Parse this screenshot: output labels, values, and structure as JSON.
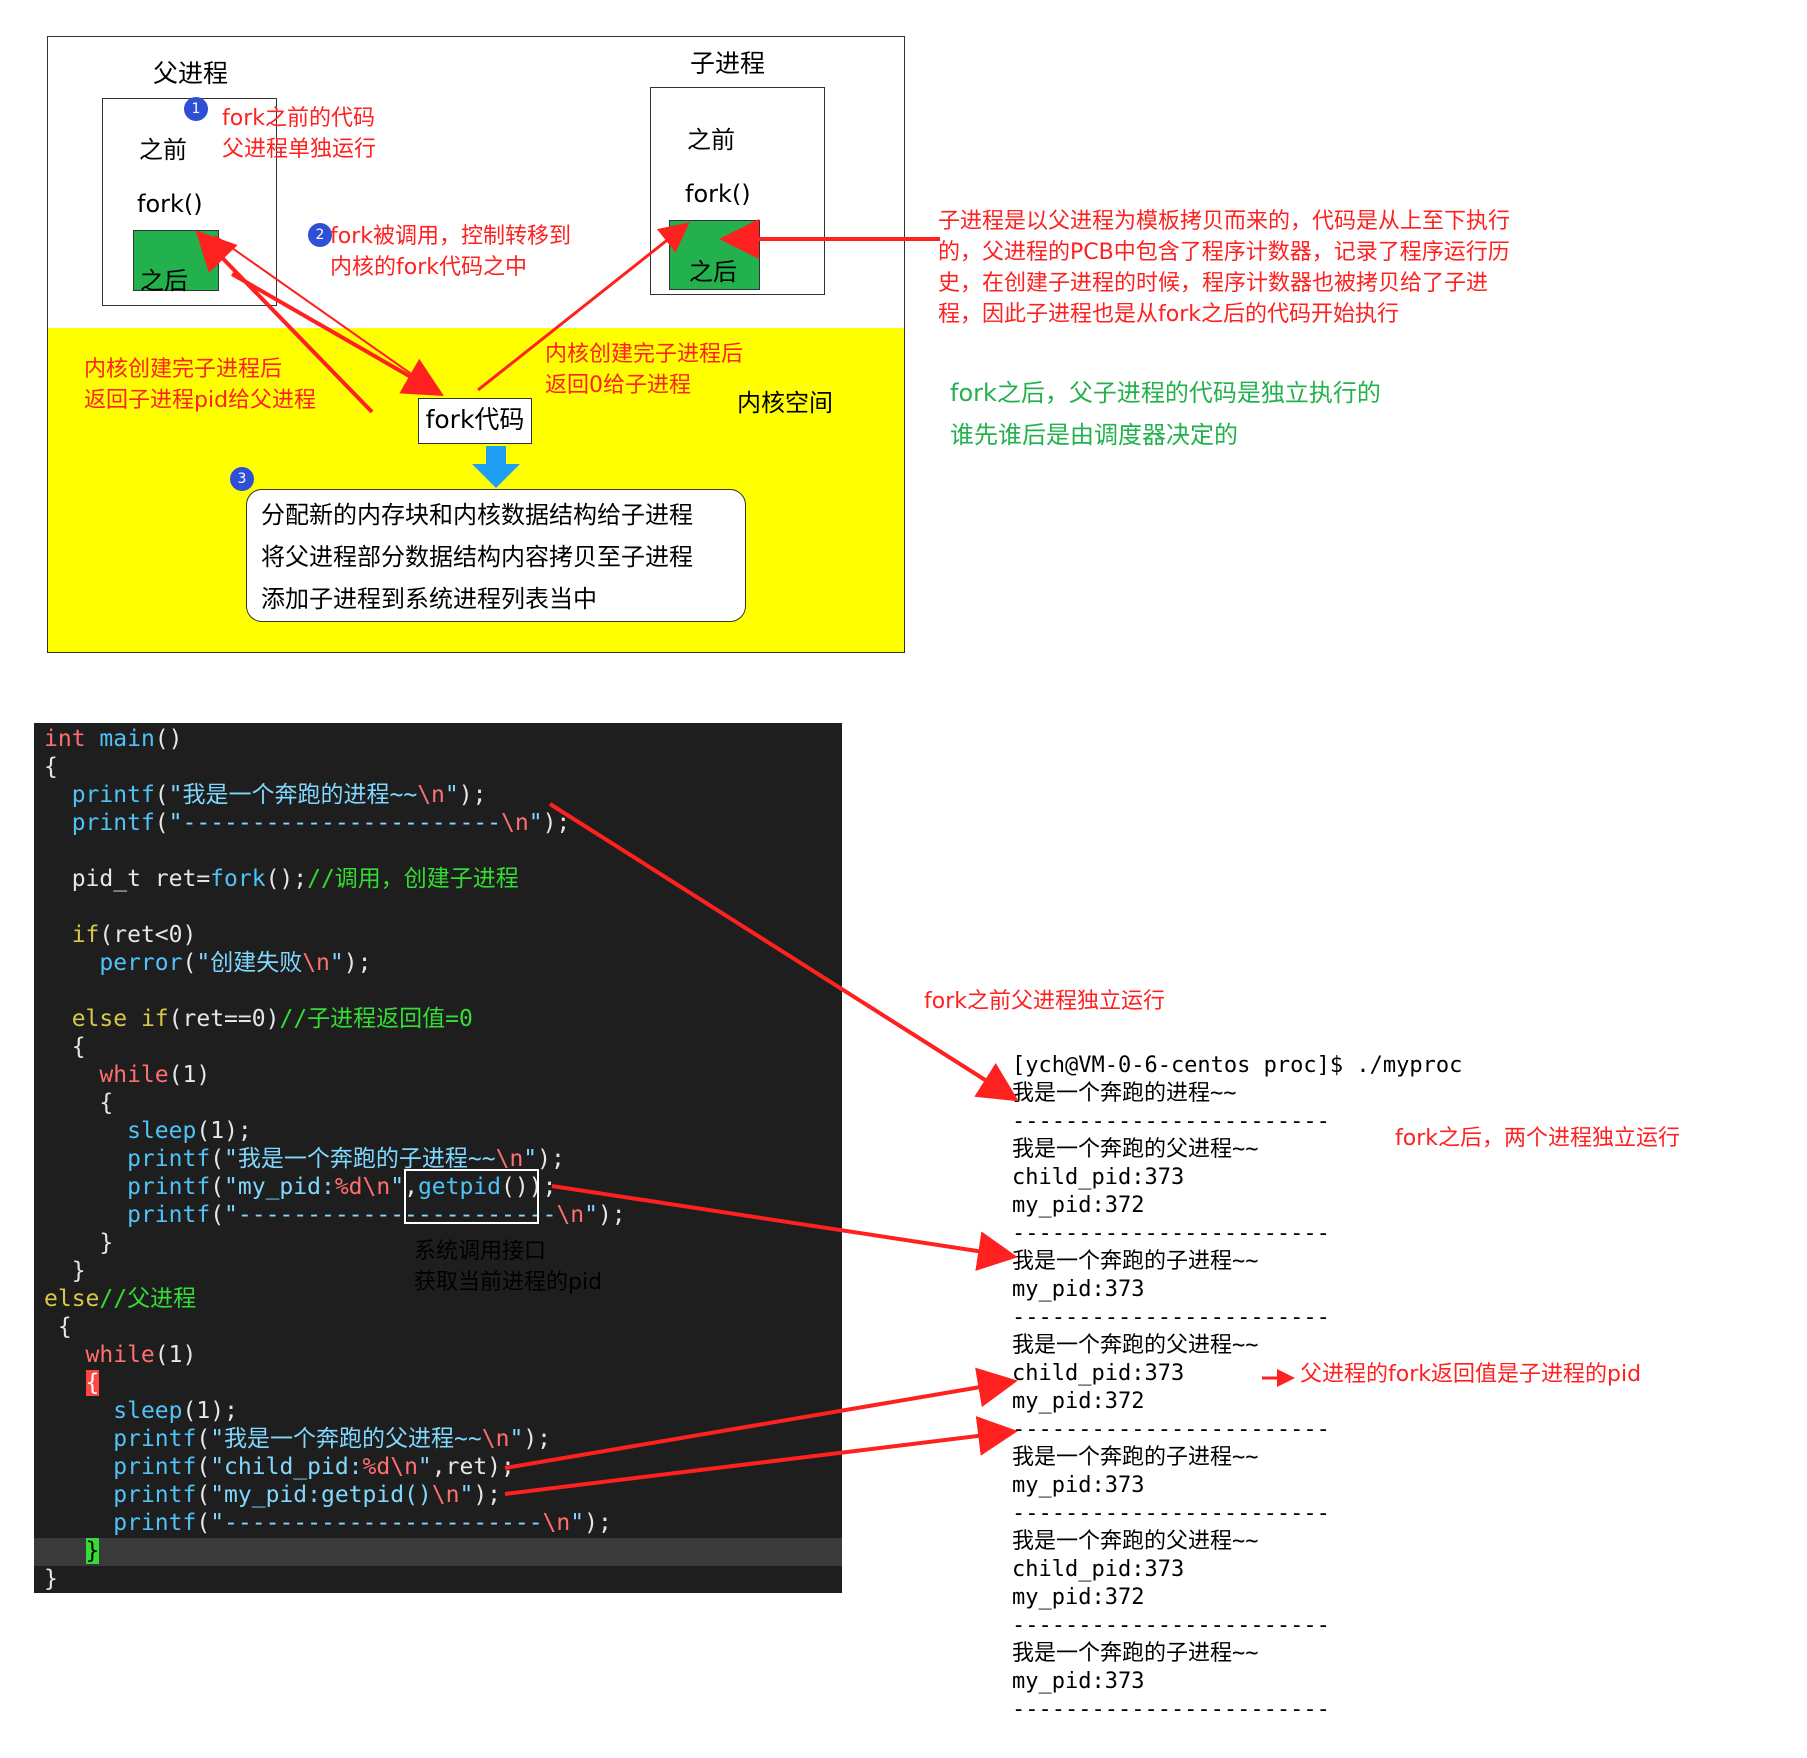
{
  "diagram": {
    "parent_title": "父进程",
    "child_title": "子进程",
    "before": "之前",
    "fork_call": "fork()",
    "after": "之后",
    "step1_num": "1",
    "step1_note": [
      "fork之前的代码",
      "父进程单独运行"
    ],
    "step2_num": "2",
    "step2_note": [
      "fork被调用，控制转移到",
      "内核的fork代码之中"
    ],
    "step3_num": "3",
    "kernel_note_parent": [
      "内核创建完子进程后",
      "返回子进程pid给父进程"
    ],
    "kernel_note_child": [
      "内核创建完子进程后",
      "返回0给子进程"
    ],
    "kernel_space": "内核空间",
    "fork_code": "fork代码",
    "steps": [
      "分配新的内存块和内核数据结构给子进程",
      "将父进程部分数据结构内容拷贝至子进程",
      "添加子进程到系统进程列表当中"
    ],
    "child_explain": [
      "子进程是以父进程为模板拷贝而来的，代码是从上至下执行",
      "的，父进程的PCB中包含了程序计数器，记录了程序运行历",
      "史，在创建子进程的时候，程序计数器也被拷贝给了子进",
      "程，因此子进程也是从fork之后的代码开始执行"
    ],
    "independent_note": [
      "fork之后，父子进程的代码是独立执行的",
      "谁先谁后是由调度器决定的"
    ]
  },
  "code": {
    "syscall_note": [
      "系统调用接口",
      "获取当前进程的pid"
    ]
  },
  "annotations": {
    "before_fork": "fork之前父进程独立运行",
    "after_fork": "fork之后，两个进程独立运行",
    "parent_ret": "父进程的fork返回值是子进程的pid"
  },
  "terminal": {
    "lines": [
      "[ych@VM-0-6-centos proc]$ ./myproc",
      "我是一个奔跑的进程~~",
      "------------------------",
      "我是一个奔跑的父进程~~",
      "child_pid:373",
      "my_pid:372",
      "------------------------",
      "我是一个奔跑的子进程~~",
      "my_pid:373",
      "------------------------",
      "我是一个奔跑的父进程~~",
      "child_pid:373",
      "my_pid:372",
      "------------------------",
      "我是一个奔跑的子进程~~",
      "my_pid:373",
      "------------------------",
      "我是一个奔跑的父进程~~",
      "child_pid:373",
      "my_pid:372",
      "------------------------",
      "我是一个奔跑的子进程~~",
      "my_pid:373",
      "------------------------"
    ]
  },
  "colors": {
    "kernel_bg": "#ffff00",
    "after_box": "#22b14c",
    "annotation_red": "#ff2020",
    "annotation_green": "#22b14c",
    "code_bg": "#1e1e1e"
  }
}
